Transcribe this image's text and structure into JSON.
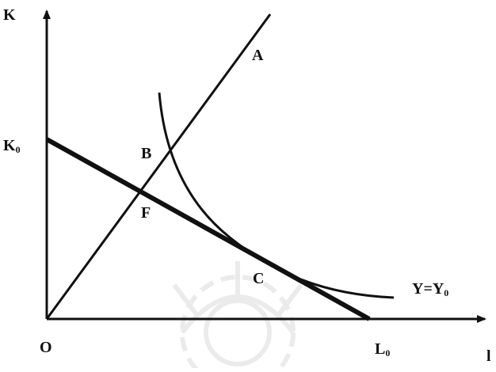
{
  "diagram": {
    "axes": {
      "y_axis_label": "K",
      "x_axis_label": "l",
      "origin_label": "O"
    },
    "intercepts": {
      "capital_intercept": {
        "base": "K",
        "sub": "0"
      },
      "labor_intercept": {
        "base": "L",
        "sub": "0"
      }
    },
    "points": {
      "A": "A",
      "B": "B",
      "F": "F",
      "C": "C"
    },
    "isoquant_label": {
      "lhs": "Y=Y",
      "sub": "0"
    },
    "watermark": "decorative sunburst emblem"
  }
}
